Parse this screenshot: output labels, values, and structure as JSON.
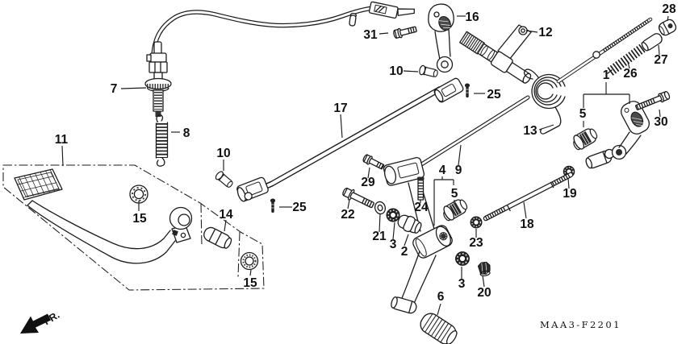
{
  "diagram": {
    "part_code": "MAA3-F2201",
    "direction_label": "FR.",
    "background_color": "#ffffff",
    "line_color": "#1b1b1b"
  },
  "labels": [
    {
      "text": "7"
    },
    {
      "text": "8"
    },
    {
      "text": "11"
    },
    {
      "text": "15"
    },
    {
      "text": "14"
    },
    {
      "text": "15"
    },
    {
      "text": "25"
    },
    {
      "text": "10"
    },
    {
      "text": "17"
    },
    {
      "text": "31"
    },
    {
      "text": "10"
    },
    {
      "text": "16"
    },
    {
      "text": "12"
    },
    {
      "text": "25"
    },
    {
      "text": "29"
    },
    {
      "text": "22"
    },
    {
      "text": "21"
    },
    {
      "text": "3"
    },
    {
      "text": "2"
    },
    {
      "text": "24"
    },
    {
      "text": "4"
    },
    {
      "text": "9"
    },
    {
      "text": "5"
    },
    {
      "text": "23"
    },
    {
      "text": "3"
    },
    {
      "text": "20"
    },
    {
      "text": "6"
    },
    {
      "text": "18"
    },
    {
      "text": "19"
    },
    {
      "text": "13"
    },
    {
      "text": "1"
    },
    {
      "text": "5"
    },
    {
      "text": "26"
    },
    {
      "text": "27"
    },
    {
      "text": "28"
    },
    {
      "text": "30"
    }
  ]
}
